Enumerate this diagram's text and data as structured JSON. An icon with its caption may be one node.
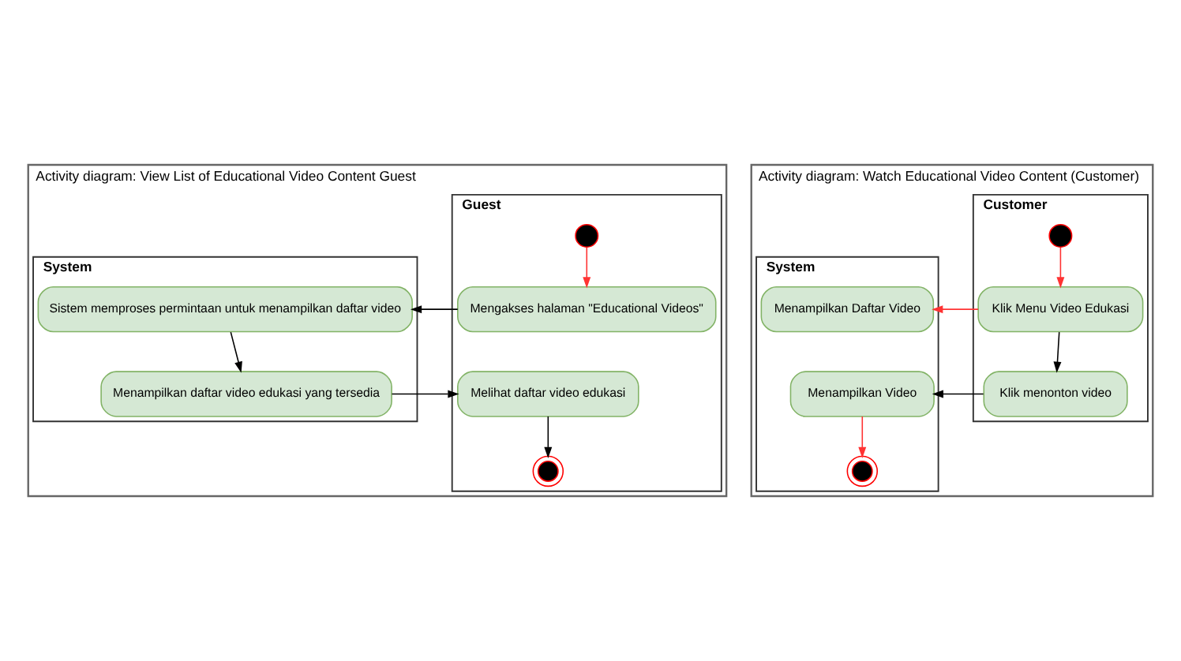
{
  "diagram": {
    "nodes": [
      {
        "text": [
          "Activity diagram: View List of Educational Video Content Guest"
        ]
      },
      {
        "text": [
          "Guest"
        ],
        "in": 0
      },
      {
        "text": [
          "System"
        ],
        "in": 0
      },
      {
        "text": [],
        "shape": "circle",
        "in": 1
      },
      {
        "text": [
          "Mengakses halaman \"Educational Videos\""
        ],
        "in": 1
      },
      {
        "text": [
          "Melihat daftar video edukasi"
        ],
        "in": 1
      },
      {
        "text": [],
        "shape": "bullseye",
        "in": 1
      },
      {
        "text": [
          "Sistem memproses permintaan untuk menampilkan daftar video"
        ],
        "in": 2
      },
      {
        "text": [
          "Menampilkan daftar video edukasi yang tersedia"
        ],
        "in": 2
      },
      {
        "text": [
          "Activity diagram: Watch Educational Video Content (Customer)"
        ]
      },
      {
        "text": [
          "Customer"
        ],
        "in": 9
      },
      {
        "text": [
          "System"
        ],
        "in": 9
      },
      {
        "text": [],
        "shape": "circle",
        "in": 10
      },
      {
        "text": [
          "Klik Menu Video Edukasi"
        ],
        "in": 10
      },
      {
        "text": [
          "Klik menonton video"
        ],
        "in": 10
      },
      {
        "text": [
          "Menampilkan Daftar Video"
        ],
        "in": 11
      },
      {
        "text": [
          "Menampilkan Video"
        ],
        "in": 11
      },
      {
        "text": [],
        "shape": "bullseye",
        "in": 11
      }
    ],
    "edges": [
      {
        "from": 3,
        "to": 4,
        "arrow": "to",
        "color": "#ff3333"
      },
      {
        "from": 4,
        "to": 7,
        "arrow": "to"
      },
      {
        "from": 7,
        "to": 8,
        "arrow": "to"
      },
      {
        "from": 8,
        "to": 5,
        "arrow": "to"
      },
      {
        "from": 5,
        "to": 6,
        "arrow": "to"
      },
      {
        "from": 12,
        "to": 13,
        "arrow": "to",
        "color": "#ff3333"
      },
      {
        "from": 13,
        "to": 15,
        "arrow": "to",
        "color": "#ff3333"
      },
      {
        "from": 13,
        "to": 14,
        "arrow": "to"
      },
      {
        "from": 14,
        "to": 16,
        "arrow": "to"
      },
      {
        "from": 16,
        "to": 17,
        "arrow": "to",
        "color": "#ff3333"
      }
    ]
  }
}
